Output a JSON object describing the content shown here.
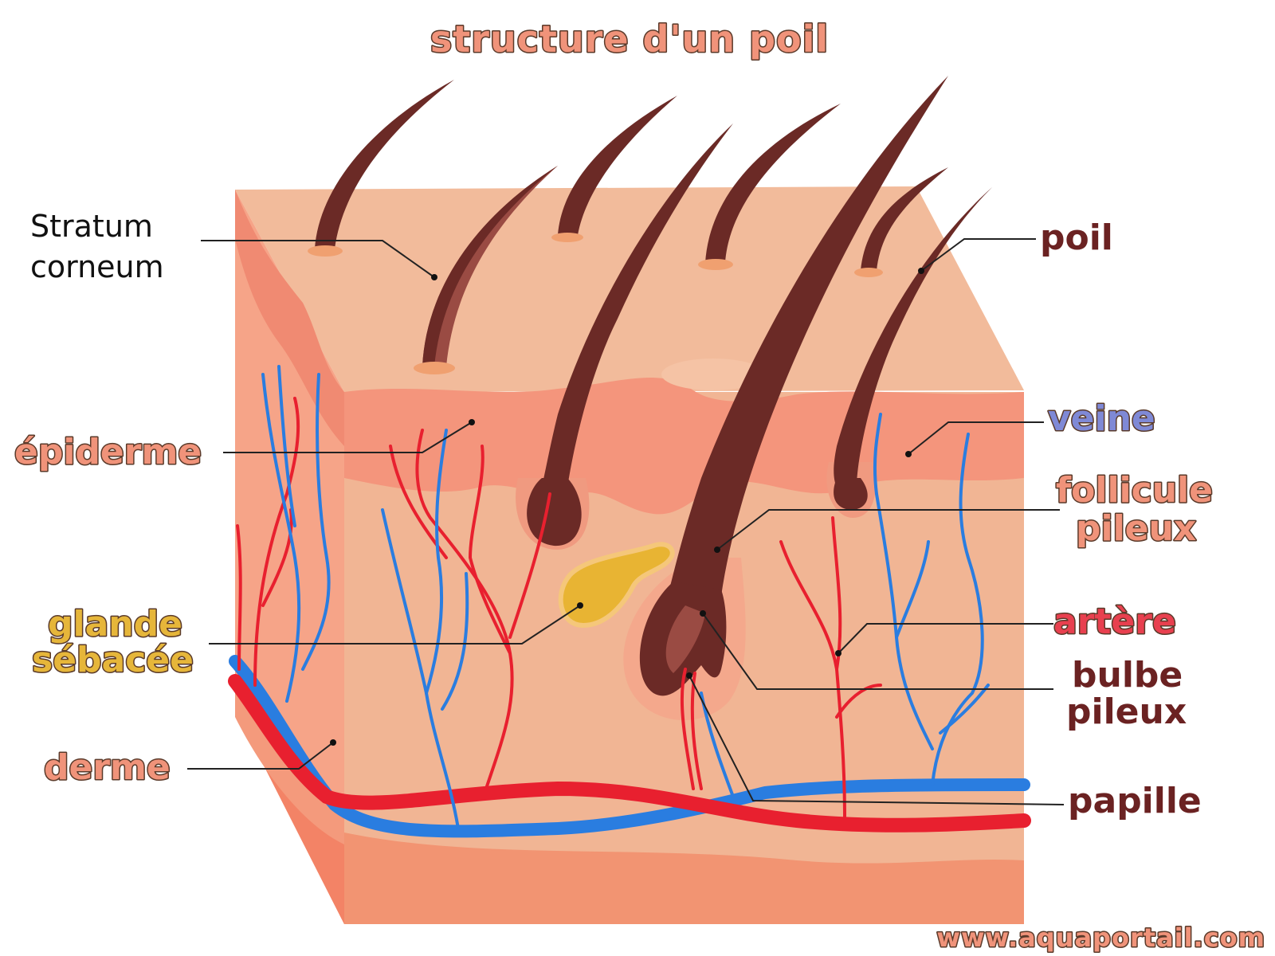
{
  "title": "structure d'un poil",
  "labels": {
    "stratum_line1": "Stratum",
    "stratum_line2": "corneum",
    "poil": "poil",
    "epiderme": "épiderme",
    "veine": "veine",
    "follicule_line1": "follicule",
    "follicule_line2": "pileux",
    "glande_line1": "glande",
    "glande_line2": "sébacée",
    "artere": "artère",
    "bulbe_line1": "bulbe",
    "bulbe_line2": "pileux",
    "derme": "derme",
    "papille": "papille"
  },
  "watermark": "www.aquaportail.com",
  "colors": {
    "skin_top": "#f2bb9b",
    "epidermis": "#f4957c",
    "dermis": "#f0b493",
    "hair": "#6b2a26",
    "artery": "#e8202f",
    "vein": "#2a7de0",
    "gland": "#e8b433"
  }
}
